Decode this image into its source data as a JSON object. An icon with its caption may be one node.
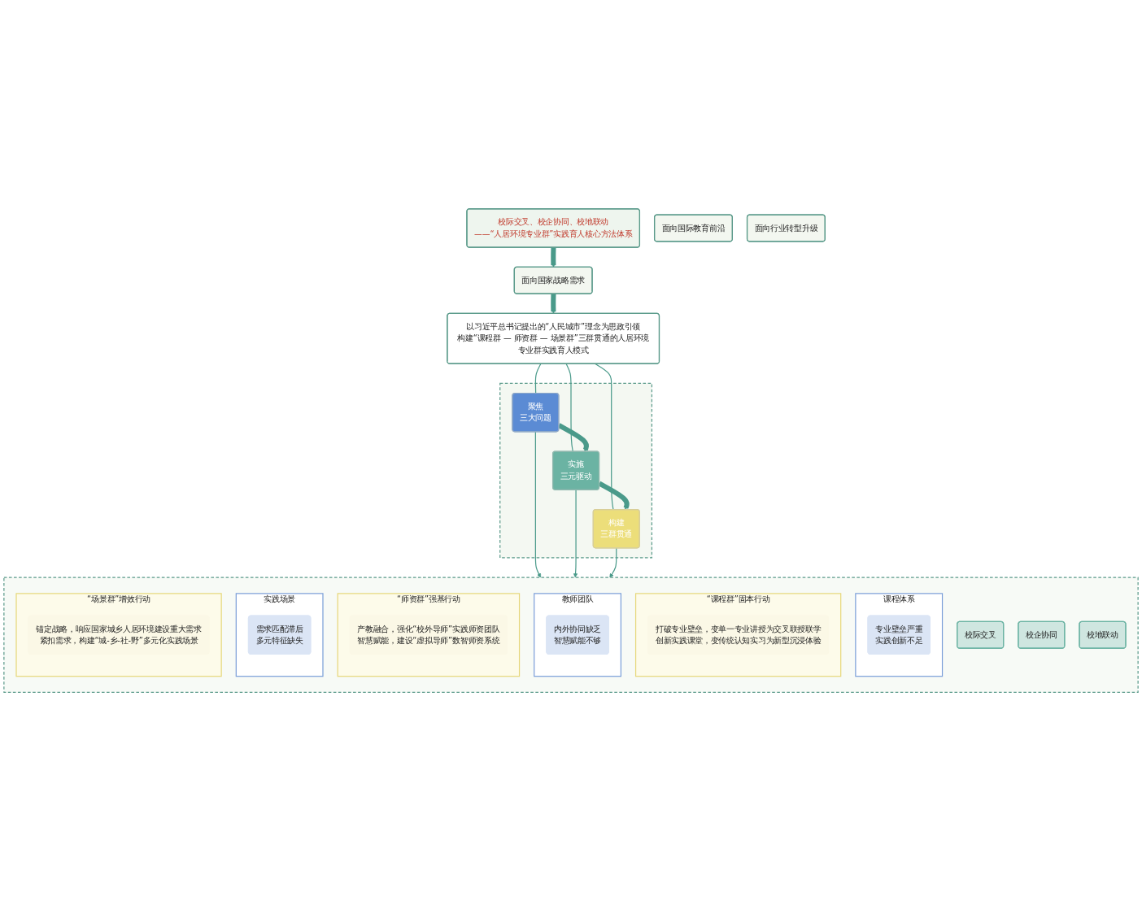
{
  "diagram": {
    "nodes": [
      {
        "text": [
          "校际交叉、校企协同、校地联动",
          "——“人居环境专业群”实践育人核心方法体系"
        ]
      },
      {
        "text": [
          "面向国际教育前沿"
        ]
      },
      {
        "text": [
          "面向国家战略需求"
        ]
      },
      {
        "text": [
          "面向行业转型升级"
        ]
      },
      {
        "text": [
          "以习近平总书记提出的“人民城市”理念为思政引领",
          "构建“课程群 — 师资群 — 场景群”三群贯通的人居环境专业群实践育人模式"
        ]
      },
      {
        "text": [],
        "shape": "box"
      },
      {
        "text": [
          "聚焦",
          "三大问题"
        ],
        "in": 5
      },
      {
        "text": [
          "实施",
          "三元驱动"
        ],
        "in": 5
      },
      {
        "text": [
          "构建",
          "三群贯通"
        ],
        "in": 5
      },
      {
        "text": [],
        "shape": "box"
      },
      {
        "text": [
          "课程体系"
        ],
        "in": 9
      },
      {
        "text": [
          "专业壁垒严重",
          "实践创新不足"
        ],
        "in": 10
      },
      {
        "text": [
          "校际交叉"
        ],
        "in": 9
      },
      {
        "text": [
          "“课程群”固本行动"
        ],
        "in": 9
      },
      {
        "text": [
          "打破专业壁垒，变单一专业讲授为交叉联授联学",
          "创新实践课堂，变传统认知实习为新型沉浸体验"
        ],
        "in": 13
      },
      {
        "text": [
          "教师团队"
        ],
        "in": 9
      },
      {
        "text": [
          "内外协同缺乏",
          "智慧赋能不够"
        ],
        "in": 15
      },
      {
        "text": [
          "校企协同"
        ],
        "in": 9
      },
      {
        "text": [
          "“师资群”强基行动"
        ],
        "in": 9
      },
      {
        "text": [
          "产教融合，强化“校外导师”实践师资团队",
          "智慧赋能，建设“虚拟导师”数智师资系统"
        ],
        "in": 18
      },
      {
        "text": [
          "实践场景"
        ],
        "in": 9
      },
      {
        "text": [
          "需求匹配滞后",
          "多元特征缺失"
        ],
        "in": 20
      },
      {
        "text": [
          "校地联动"
        ],
        "in": 9
      },
      {
        "text": [
          "“场景群”增效行动"
        ],
        "in": 9
      },
      {
        "text": [
          "锚定战略，响应国家城乡人居环境建设重大需求",
          "紧扣需求，构建“城-乡-社-野”多元化实践场景"
        ],
        "in": 23
      }
    ],
    "edges": [
      {
        "from": 0,
        "to": 2,
        "arrow": "to",
        "style": "thick"
      },
      {
        "from": 2,
        "to": 4,
        "arrow": "to",
        "style": "thick"
      },
      {
        "from": 4,
        "to": 6,
        "arrow": "none"
      },
      {
        "from": 4,
        "to": 7,
        "arrow": "none"
      },
      {
        "from": 4,
        "to": 8,
        "arrow": "none"
      },
      {
        "from": 6,
        "to": 7,
        "arrow": "to",
        "style": "thick"
      },
      {
        "from": 7,
        "to": 8,
        "arrow": "to",
        "style": "thick"
      },
      {
        "from": 6,
        "to": 9,
        "arrow": "to"
      },
      {
        "from": 7,
        "to": 9,
        "arrow": "to"
      },
      {
        "from": 8,
        "to": 9,
        "arrow": "to"
      }
    ]
  }
}
